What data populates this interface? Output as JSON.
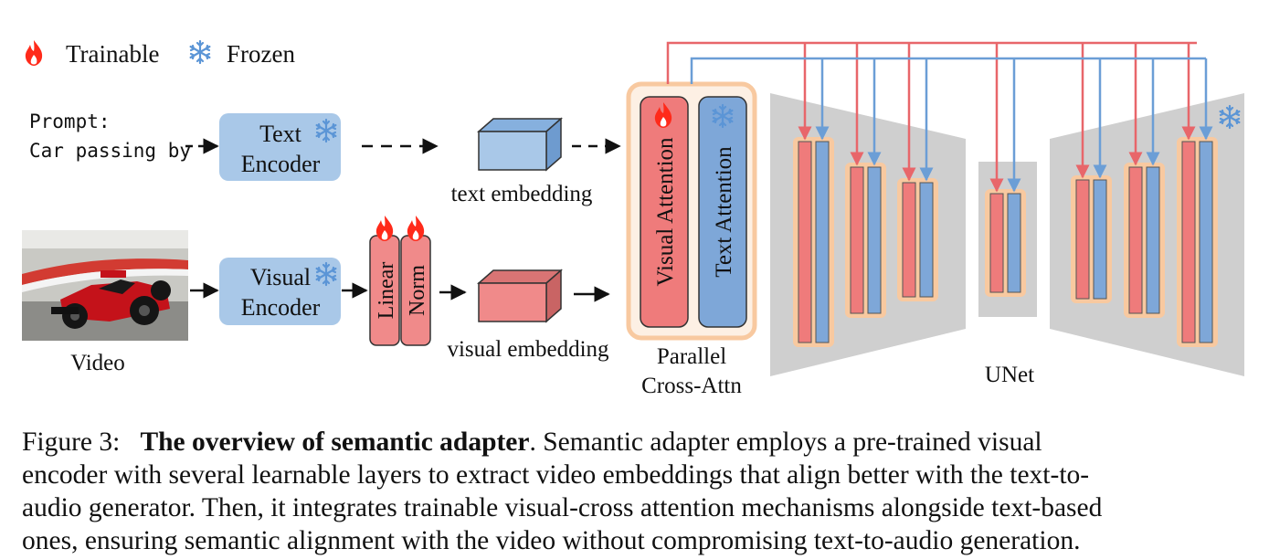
{
  "legend": {
    "trainable": "Trainable",
    "frozen": "Frozen"
  },
  "prompt": {
    "label": "Prompt:",
    "text": "Car passing by"
  },
  "text_encoder": {
    "line1": "Text",
    "line2": "Encoder"
  },
  "visual_encoder": {
    "line1": "Visual",
    "line2": "Encoder"
  },
  "text_embedding": "text embedding",
  "visual_embedding": "visual embedding",
  "linear": "Linear",
  "norm": "Norm",
  "video": "Video",
  "visual_attention": "Visual Attention",
  "text_attention": "Text Attention",
  "parallel": {
    "line1": "Parallel",
    "line2": "Cross-Attn"
  },
  "unet": "UNet",
  "colors": {
    "encoder_blue": "#a9c8e8",
    "embedding_red": "#f08a8a",
    "attention_red": "#ef7b7b",
    "attention_blue": "#7ea7d8",
    "line_red": "#e8666a",
    "line_blue": "#6b9ed6",
    "orange_frame": "#f8c9a0",
    "unet_gray": "#cfcfcf"
  },
  "caption": {
    "prefix": "Figure 3:",
    "bold": "The overview of semantic adapter",
    "line1_rest": ". Semantic adapter employs a pre-trained visual",
    "line2": "encoder with several learnable layers to extract video embeddings that align better with the text-to-",
    "line3": "audio generator. Then, it integrates trainable visual-cross attention mechanisms alongside text-based",
    "line4": "ones, ensuring semantic alignment with the video without compromising text-to-audio generation."
  }
}
